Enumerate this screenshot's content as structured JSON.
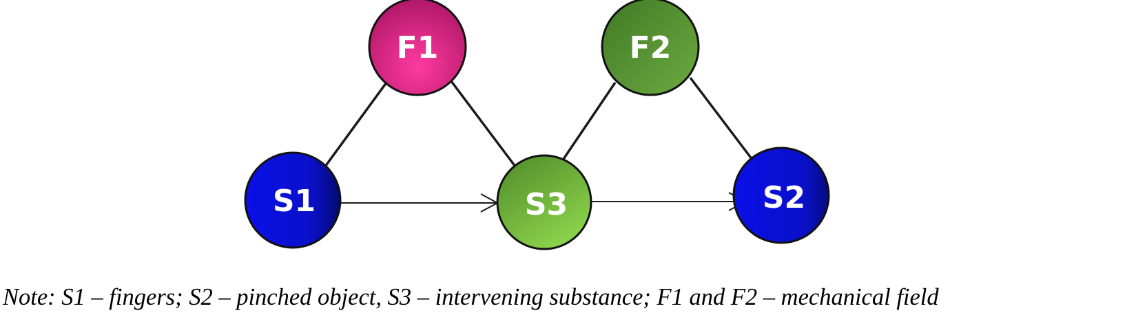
{
  "nodes": {
    "f1": {
      "label": "F1",
      "color": "#e8287e"
    },
    "f2": {
      "label": "F2",
      "color": "#5a9a36"
    },
    "s1": {
      "label": "S1",
      "color": "#0a10d8"
    },
    "s2": {
      "label": "S2",
      "color": "#0a10d8"
    },
    "s3": {
      "label": "S3",
      "color": "#72b53c"
    }
  },
  "edges": [
    {
      "from": "F1",
      "to": "S1",
      "style": "line"
    },
    {
      "from": "F1",
      "to": "S3",
      "style": "line"
    },
    {
      "from": "F2",
      "to": "S3",
      "style": "line"
    },
    {
      "from": "F2",
      "to": "S2",
      "style": "line"
    },
    {
      "from": "S1",
      "to": "S3",
      "style": "arrow"
    },
    {
      "from": "S3",
      "to": "S2",
      "style": "arrow"
    }
  ],
  "note": "Note: S1 – fingers; S2 – pinched object, S3 – intervening substance; F1 and F2 – mechanical field"
}
